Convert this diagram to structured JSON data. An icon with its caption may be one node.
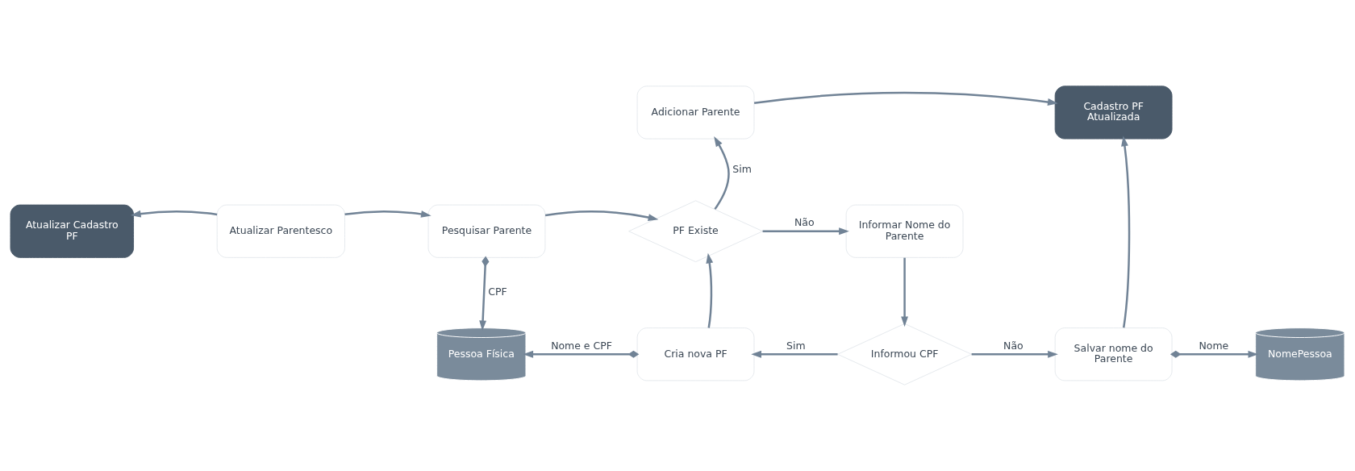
{
  "diagram": {
    "nodes": [
      {
        "text": [
          "Adicionar Parente"
        ]
      },
      {
        "text": [
          "Cadastro PF Atualizada"
        ]
      },
      {
        "text": [
          "Atualizar Cadastro PF"
        ]
      },
      {
        "text": [
          "Atualizar Parentesco"
        ]
      },
      {
        "text": [
          "Pesquisar Parente"
        ]
      },
      {
        "text": [
          "PF Existe"
        ]
      },
      {
        "text": [
          "Informar Nome do Parente"
        ]
      },
      {
        "text": [
          "Pessoa Física"
        ]
      },
      {
        "text": [
          "Cria nova PF"
        ]
      },
      {
        "text": [
          "Informou CPF"
        ]
      },
      {
        "text": [
          "Salvar nome do Parente"
        ]
      },
      {
        "text": [
          "NomePessoa"
        ]
      }
    ],
    "edges": [
      {
        "from": 3,
        "to": 2,
        "arrow": "to"
      },
      {
        "from": 3,
        "to": 4,
        "arrow": "to"
      },
      {
        "from": 4,
        "to": 5,
        "arrow": "to"
      },
      {
        "from": 5,
        "to": 0,
        "arrow": "to",
        "label": "Sim"
      },
      {
        "from": 0,
        "to": 1,
        "arrow": "to"
      },
      {
        "from": 5,
        "to": 6,
        "arrow": "to",
        "label": "Não"
      },
      {
        "from": 4,
        "to": 7,
        "arrow": "to",
        "label": "CPF"
      },
      {
        "from": 6,
        "to": 9,
        "arrow": "to"
      },
      {
        "from": 8,
        "to": 7,
        "arrow": "to",
        "label": "Nome e CPF"
      },
      {
        "from": 8,
        "to": 5,
        "arrow": "to"
      },
      {
        "from": 9,
        "to": 8,
        "arrow": "to",
        "label": "Sim"
      },
      {
        "from": 9,
        "to": 10,
        "arrow": "to",
        "label": "Não"
      },
      {
        "from": 10,
        "to": 1,
        "arrow": "to"
      },
      {
        "from": 10,
        "to": 11,
        "arrow": "to",
        "label": "Nome"
      }
    ]
  }
}
